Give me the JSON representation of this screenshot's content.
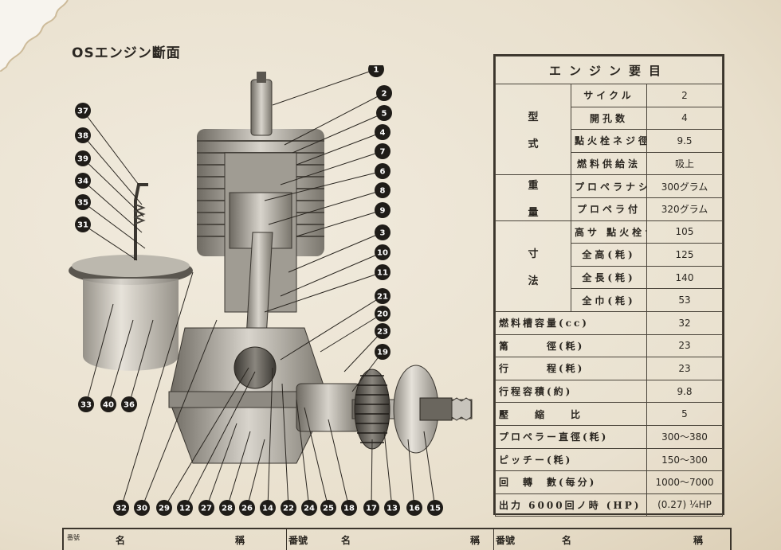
{
  "title": "OSエンジン斷面",
  "callouts": [
    {
      "n": "1",
      "side": "label"
    },
    {
      "n": "2"
    },
    {
      "n": "5"
    },
    {
      "n": "4"
    },
    {
      "n": "7"
    },
    {
      "n": "6"
    },
    {
      "n": "8"
    },
    {
      "n": "9"
    },
    {
      "n": "3"
    },
    {
      "n": "10"
    },
    {
      "n": "11"
    },
    {
      "n": "21"
    },
    {
      "n": "20"
    },
    {
      "n": "23"
    },
    {
      "n": "19"
    },
    {
      "n": "37"
    },
    {
      "n": "38"
    },
    {
      "n": "39"
    },
    {
      "n": "34"
    },
    {
      "n": "35"
    },
    {
      "n": "31"
    },
    {
      "n": "33"
    },
    {
      "n": "40"
    },
    {
      "n": "36"
    },
    {
      "n": "32"
    },
    {
      "n": "30"
    },
    {
      "n": "29"
    },
    {
      "n": "12"
    },
    {
      "n": "27"
    },
    {
      "n": "28"
    },
    {
      "n": "26"
    },
    {
      "n": "14"
    },
    {
      "n": "22"
    },
    {
      "n": "24"
    },
    {
      "n": "25"
    },
    {
      "n": "18"
    },
    {
      "n": "17"
    },
    {
      "n": "13"
    },
    {
      "n": "16"
    },
    {
      "n": "15"
    }
  ],
  "spec": {
    "heading": "エンジン要目",
    "groups": [
      {
        "category": "型\n式",
        "rows": [
          {
            "label": "サイクル",
            "value": "2"
          },
          {
            "label": "開孔数",
            "value": "4"
          },
          {
            "label": "點火栓ネジ徑(粍)",
            "value": "9.5"
          },
          {
            "label": "燃料供給法",
            "value": "吸上"
          }
        ]
      },
      {
        "category": "重\n量",
        "rows": [
          {
            "label": "プロペラナシ",
            "value": "300グラム"
          },
          {
            "label": "プロペラ付",
            "value": "320グラム"
          }
        ]
      },
      {
        "category": "寸\n法",
        "rows": [
          {
            "label": "高サ 點火栓ナシ(粍)",
            "value": "105"
          },
          {
            "label": "全高(粍)",
            "value": "125"
          },
          {
            "label": "全長(粍)",
            "value": "140"
          },
          {
            "label": "全巾(粍)",
            "value": "53"
          }
        ]
      }
    ],
    "full_rows": [
      {
        "label": "燃料槽容量(cc)",
        "value": "32"
      },
      {
        "label": "筩　　　徑(粍)",
        "value": "23"
      },
      {
        "label": "行　　　程(粍)",
        "value": "23"
      },
      {
        "label": "行程容積(約)",
        "value": "9.8"
      },
      {
        "label": "壓　　縮　　比",
        "value": "5"
      },
      {
        "label": "プロペラー直徑(粍)",
        "value": "300～380"
      },
      {
        "label": "ピッチー(粍)",
        "value": "150～300"
      },
      {
        "label": "回　轉　數(每分)",
        "value": "1000～7000"
      },
      {
        "label": "出力 6000回ノ時 (HP)",
        "value": "(0.27) ¼HP"
      }
    ]
  },
  "bottom": {
    "col1_small": "番號",
    "col1": "名",
    "col2": "稱",
    "col3_head": "番號",
    "col3": "名",
    "col4": "稱",
    "col5_head": "番號",
    "col5": "名",
    "col6": "稱"
  }
}
